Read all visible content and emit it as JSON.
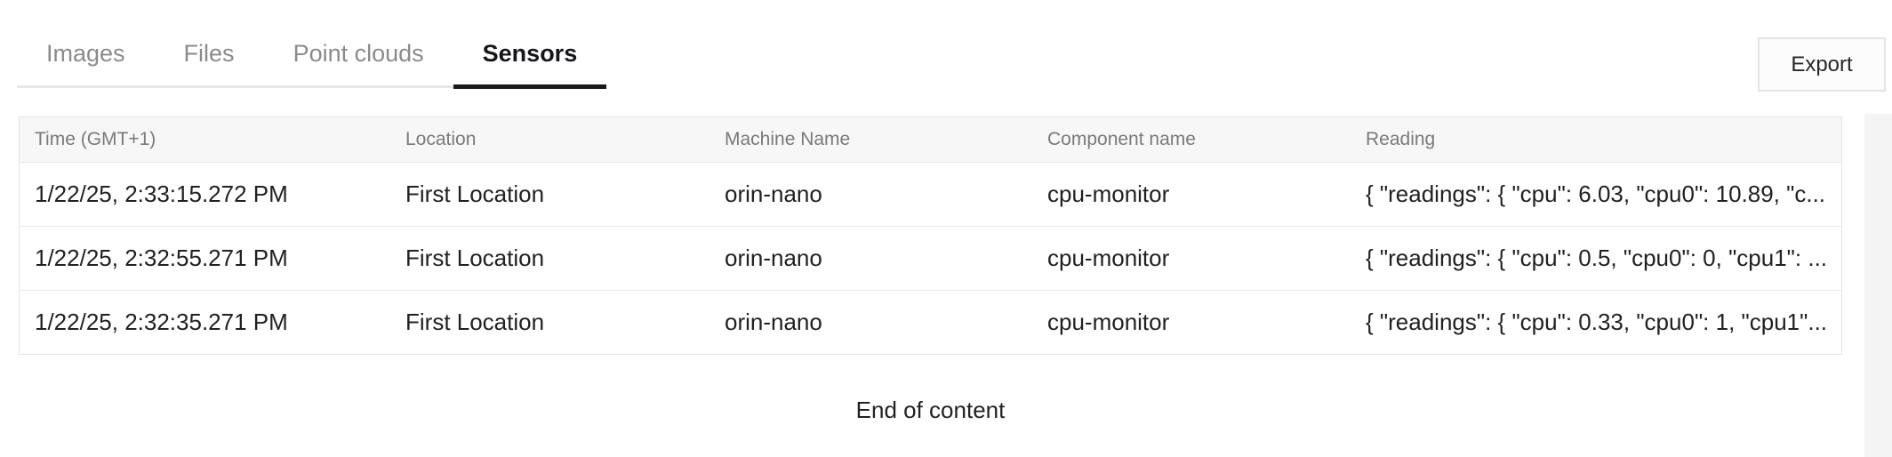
{
  "tabs": [
    {
      "label": "Images",
      "active": false
    },
    {
      "label": "Files",
      "active": false
    },
    {
      "label": "Point clouds",
      "active": false
    },
    {
      "label": "Sensors",
      "active": true
    }
  ],
  "toolbar": {
    "export_label": "Export"
  },
  "table": {
    "columns": [
      "Time (GMT+1)",
      "Location",
      "Machine Name",
      "Component name",
      "Reading"
    ],
    "rows": [
      {
        "time": "1/22/25, 2:33:15.272 PM",
        "location": "First Location",
        "machine": "orin-nano",
        "component": "cpu-monitor",
        "reading": "{ \"readings\": { \"cpu\": 6.03, \"cpu0\": 10.89, \"c..."
      },
      {
        "time": "1/22/25, 2:32:55.271 PM",
        "location": "First Location",
        "machine": "orin-nano",
        "component": "cpu-monitor",
        "reading": "{ \"readings\": { \"cpu\": 0.5, \"cpu0\": 0, \"cpu1\": ..."
      },
      {
        "time": "1/22/25, 2:32:35.271 PM",
        "location": "First Location",
        "machine": "orin-nano",
        "component": "cpu-monitor",
        "reading": "{ \"readings\": { \"cpu\": 0.33, \"cpu0\": 1, \"cpu1\"..."
      }
    ]
  },
  "footer": {
    "end_text": "End of content"
  },
  "colors": {
    "active_tab": "#17191c",
    "inactive_tab": "#8b8b8b",
    "header_bg": "#f7f7f8",
    "border": "#e3e4e6"
  }
}
